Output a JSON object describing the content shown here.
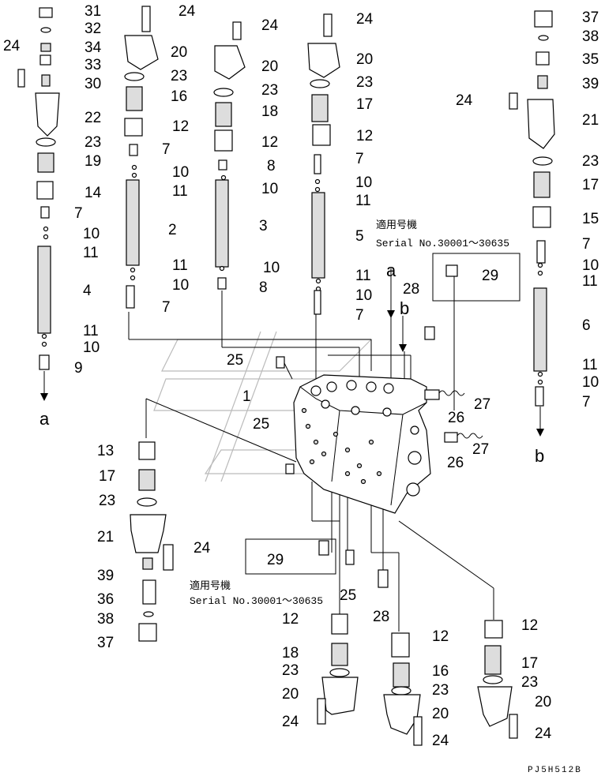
{
  "diagram": {
    "drawing_code": "PJ5H512B",
    "serial_note": {
      "line1": "適用号機",
      "line2": "Serial No.30001～30635"
    },
    "flow_letters": {
      "a": "a",
      "b": "b"
    },
    "callouts": [
      "31",
      "32",
      "34",
      "33",
      "30",
      "24",
      "22",
      "23",
      "19",
      "14",
      "7",
      "10",
      "11",
      "4",
      "11",
      "10",
      "9",
      "24",
      "20",
      "23",
      "16",
      "12",
      "7",
      "10",
      "11",
      "2",
      "11",
      "10",
      "7",
      "24",
      "20",
      "23",
      "18",
      "12",
      "8",
      "10",
      "3",
      "10",
      "8",
      "24",
      "20",
      "23",
      "17",
      "12",
      "7",
      "10",
      "11",
      "5",
      "11",
      "10",
      "7",
      "37",
      "38",
      "35",
      "39",
      "24",
      "21",
      "23",
      "17",
      "15",
      "7",
      "10",
      "11",
      "6",
      "11",
      "10",
      "7",
      "29",
      "28",
      "25",
      "1",
      "25",
      "27",
      "26",
      "27",
      "26",
      "13",
      "17",
      "23",
      "21",
      "24",
      "39",
      "36",
      "38",
      "37",
      "29",
      "25",
      "28",
      "12",
      "18",
      "23",
      "20",
      "24",
      "12",
      "16",
      "23",
      "20",
      "24",
      "12",
      "17",
      "23",
      "20",
      "24"
    ]
  }
}
